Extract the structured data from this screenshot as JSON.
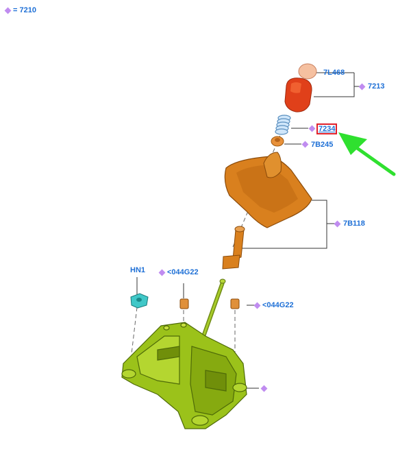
{
  "legend": {
    "text": "= 7210"
  },
  "callouts": {
    "c_7L468": "7L468",
    "c_7213": "7213",
    "c_7234": "7234",
    "c_7B245": "7B245",
    "c_7B118": "7B118",
    "c_HN1": "HN1",
    "c_044G22_a": "<044G22",
    "c_044G22_b": "<044G22"
  },
  "colors": {
    "label": "#1d6fd6",
    "diamond": "#c08cf0",
    "highlight": "#e0202a",
    "arrow": "#2fe02f",
    "knob_cap": "#f5c0a0",
    "knob": "#e0401a",
    "spring": "#a8d0f0",
    "boot": "#d9801e",
    "bracket": "#9bc21a",
    "nut": "#40c8c8"
  },
  "icons": {
    "diamond": "diamond-bullet-icon",
    "arrow": "pointer-arrow-icon"
  }
}
